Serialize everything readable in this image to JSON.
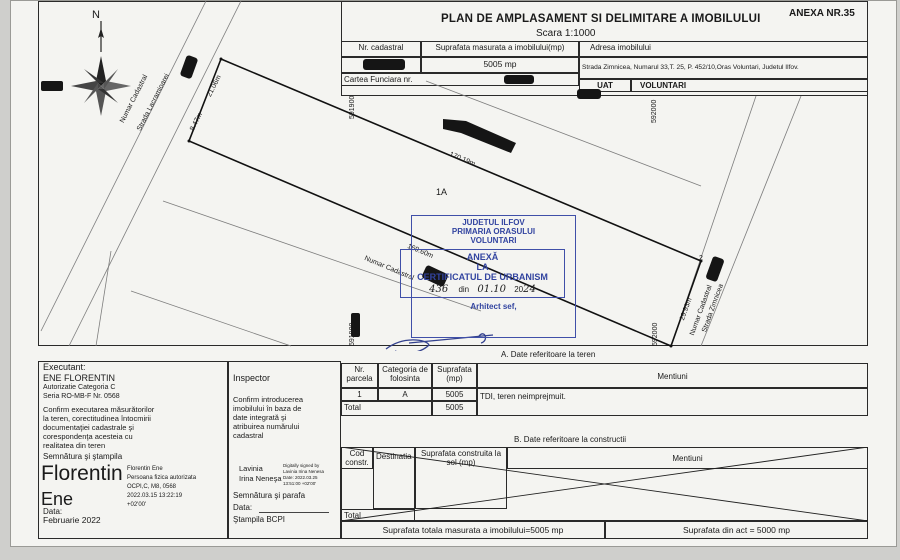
{
  "annex": "ANEXA NR.35",
  "title": "PLAN DE AMPLASAMENT SI DELIMITARE A IMOBILULUI",
  "scale": "Scara 1:1000",
  "header_table": {
    "col_nr_cadastral": "Nr. cadastral",
    "col_suprafata": "Suprafata masurata a imobilului(mp)",
    "col_adresa": "Adresa imobilului",
    "suprafata_value": "5005 mp",
    "adresa_value": "Strada Zimnicea, Numarul 33,T. 25, P. 452/10,Oras Voluntari, Judetul Ilfov.",
    "cartea_funciara": "Cartea Funciara nr.",
    "uat_label": "UAT",
    "uat_value": "VOLUNTARI"
  },
  "plan": {
    "north": "N",
    "street_left_1": "Numar Cadastral",
    "street_left_2": "Strada Lacramioarei",
    "dim_left": "8.47m",
    "dim_top_left": "21.06m",
    "dim_top": "170.19m",
    "dim_bottom": "169.60m",
    "parcel_id": "1A",
    "neighbor_label": "Numar Cadastral",
    "street_right_1": "Numar Cadastral",
    "street_right_2": "Strada Zimnicea",
    "dim_right": "29.93m",
    "coord_1": "591900",
    "coord_2": "592000",
    "coord_3": "592000",
    "coord_4": "591900",
    "vertex_2": "2"
  },
  "stamp": {
    "line1": "JUDETUL ILFOV",
    "line2": "PRIMARIA ORASULUI",
    "line3": "VOLUNTARI",
    "line4": "ANEXĂ",
    "line5": "LA",
    "line6": "CERTIFICATUL DE URBANISM",
    "nr": "436",
    "din_label": "din",
    "date": "01.10",
    "year_prefix": "20",
    "year": "24",
    "arhitect": "Arhitect sef,"
  },
  "executant": {
    "header": "Executant:",
    "name": "ENE FLORENTIN",
    "autorizatie": "Autorizatie Categoria C",
    "seria": "Seria RO-MB-F Nr. 0568",
    "confirm_text": [
      "Confirm executarea măsurătorilor",
      "la teren, corectitudinea întocmirii",
      "documentaţiei cadastrale şi",
      "corespondenţa acesteia cu",
      "realitatea din teren"
    ],
    "signature_label": "Semnătura şi ştampila",
    "signature_big_1": "Florentin",
    "signature_big_2": "Ene",
    "digital_sig": [
      "Florentin Ene",
      "Persoana fizica autorizata",
      "OCPI,C, M8, 0568",
      "2022.03.15 13:22:19",
      "+02'00'"
    ],
    "data_label": "Data:",
    "data_value": "Februarie 2022"
  },
  "inspector": {
    "header": "Inspector",
    "confirm_text": [
      "Confirm introducerea",
      "imobilului în baza de",
      "date integrată şi",
      "atribuirea numărului",
      "cadastral"
    ],
    "name_1": "Lavinia",
    "name_2": "Irina Neneşa",
    "digital_sig": [
      "Digitally signed by",
      "Lavinia Irina Nenesa",
      "Date: 2022.03.25",
      "13:51:00 +02'00'"
    ],
    "signature_label": "Semnătura şi parafa",
    "data_label": "Data:",
    "stampila": "Ştampila BCPI"
  },
  "section_a": {
    "title": "A. Date referitoare la teren",
    "headers": [
      "Nr. parcela",
      "Categoria de folosinta",
      "Suprafata (mp)",
      "Mentiuni"
    ],
    "row": [
      "1",
      "A",
      "5005",
      "TDI, teren neimprejmuit."
    ],
    "total_label": "Total",
    "total_value": "5005"
  },
  "section_b": {
    "title": "B. Date referitoare la constructii",
    "headers": [
      "Cod constr.",
      "Destinatia",
      "Suprafata construita la sol (mp)",
      "Mentiuni"
    ],
    "total_label": "Total"
  },
  "footer": {
    "left": "Suprafata totala masurata a imobilului=5005 mp",
    "right": "Suprafata din act = 5000 mp"
  },
  "colors": {
    "stamp_blue": "#3244a0",
    "ink": "#1a1a1a",
    "paper": "#f4f4f1"
  }
}
